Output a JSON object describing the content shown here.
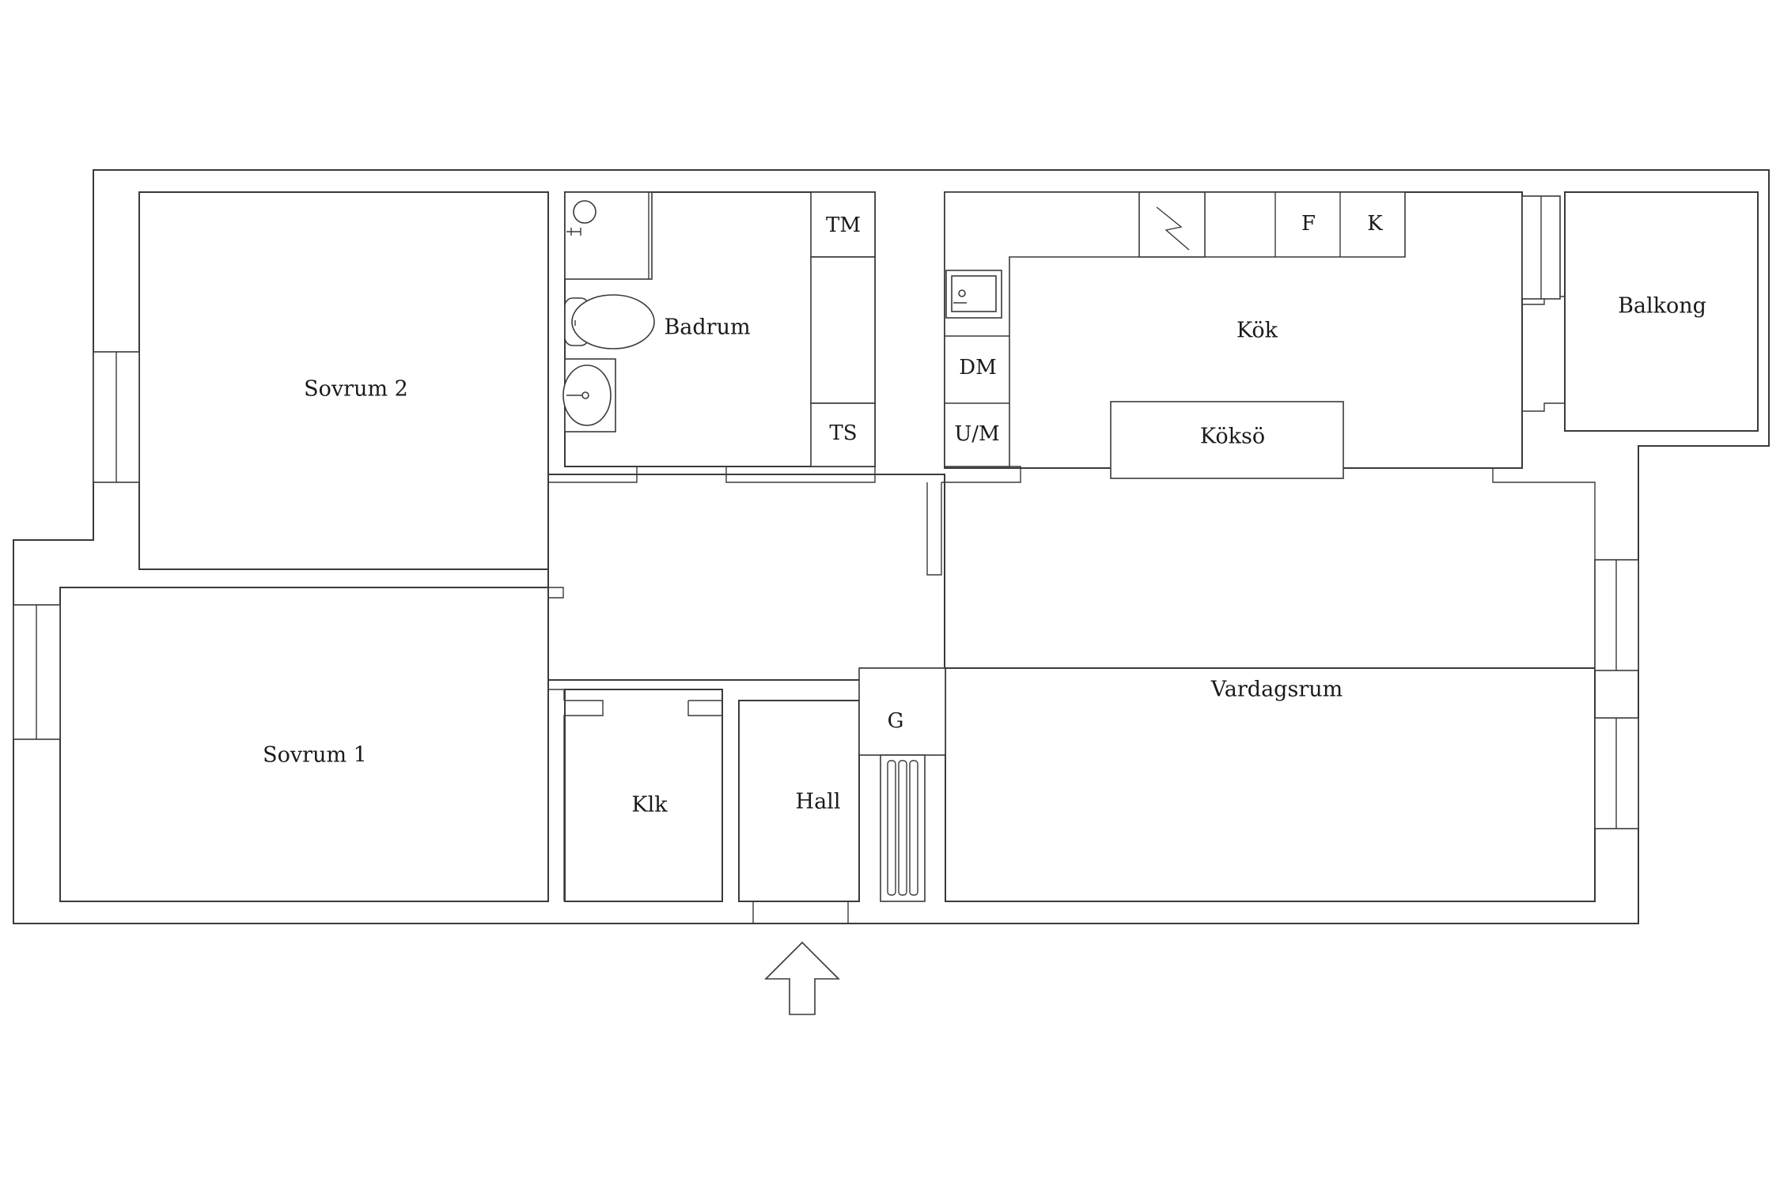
{
  "rooms": {
    "sovrum2": "Sovrum 2",
    "sovrum1": "Sovrum 1",
    "badrum": "Badrum",
    "kok": "Kök",
    "balkong": "Balkong",
    "koks": "Köksö",
    "vardagsrum": "Vardagsrum",
    "klk": "Klk",
    "hall": "Hall"
  },
  "fixtures": {
    "tm": "TM",
    "ts": "TS",
    "dm": "DM",
    "um": "U/M",
    "f": "F",
    "k": "K",
    "g": "G"
  },
  "icons": [
    "entrance-arrow-icon",
    "toilet-icon",
    "washbasin-icon",
    "shower-icon",
    "sink-icon",
    "stove-icon",
    "radiator-icon"
  ]
}
